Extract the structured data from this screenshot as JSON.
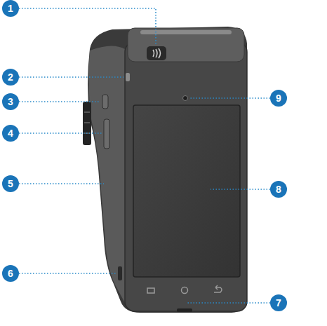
{
  "diagram": {
    "labels": [
      "1",
      "2",
      "9",
      "3",
      "4",
      "5",
      "8",
      "6",
      "7"
    ]
  }
}
